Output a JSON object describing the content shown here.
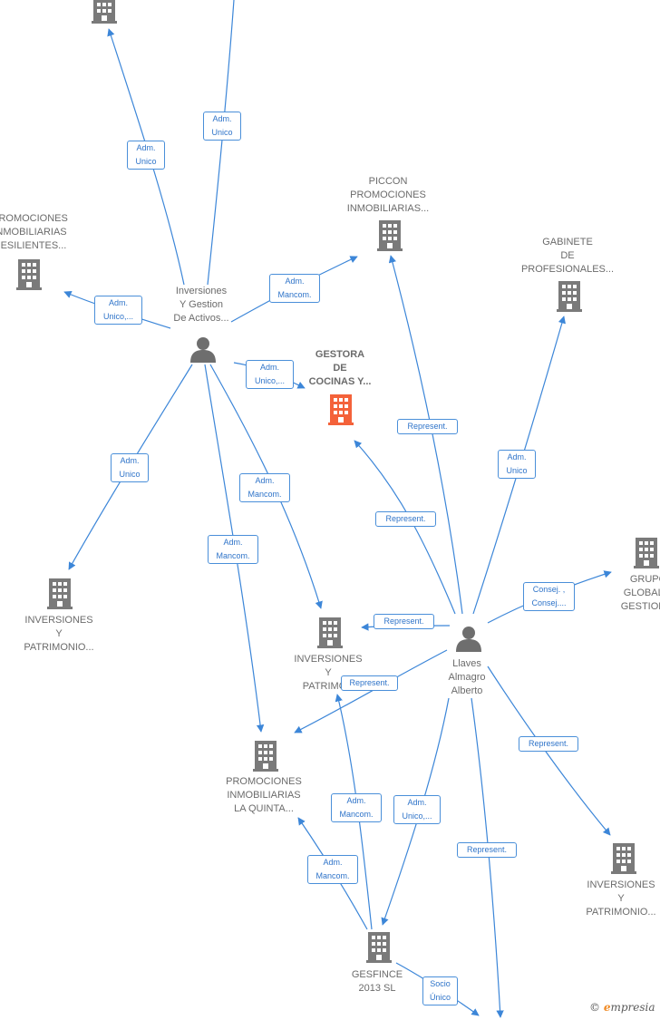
{
  "colors": {
    "edge": "#3c86d8",
    "building": "#7a7a7a",
    "highlight": "#f4623a",
    "person": "#6e6e6e"
  },
  "nodes": [
    {
      "id": "top_company",
      "kind": "company",
      "label": ""
    },
    {
      "id": "promo_resilientes",
      "kind": "company",
      "label": "PROMOCIONES\nINMOBILIARIAS\nRESILIENTES..."
    },
    {
      "id": "inv_gestion_activos",
      "kind": "person",
      "label": "Inversiones\nY Gestion\nDe Activos..."
    },
    {
      "id": "piccon",
      "kind": "company",
      "label": "PICCON\nPROMOCIONES\nINMOBILIARIAS..."
    },
    {
      "id": "gabinete",
      "kind": "company",
      "label": "GABINETE\nDE\nPROFESIONALES..."
    },
    {
      "id": "gestora",
      "kind": "company",
      "highlight": true,
      "label": "GESTORA\nDE\nCOCINAS Y..."
    },
    {
      "id": "grupo_global",
      "kind": "company",
      "label": "GRUPO\nGLOBAL D\nGESTION D"
    },
    {
      "id": "inv_patr_left",
      "kind": "company",
      "label": "INVERSIONES\nY\nPATRIMONIO..."
    },
    {
      "id": "inv_patr_center",
      "kind": "company",
      "label": "INVERSIONES\nY\nPATRIMON"
    },
    {
      "id": "llaves",
      "kind": "person",
      "label": "Llaves\nAlmagro\nAlberto"
    },
    {
      "id": "promo_quinta",
      "kind": "company",
      "label": "PROMOCIONES\nINMOBILIARIAS\nLA QUINTA..."
    },
    {
      "id": "inv_patr_right",
      "kind": "company",
      "label": "INVERSIONES\nY\nPATRIMONIO..."
    },
    {
      "id": "gesfince",
      "kind": "company",
      "label": "GESFINCE\n2013  SL"
    }
  ],
  "edges": [
    {
      "from": "inv_gestion_activos",
      "to": "top_company",
      "label": "Adm.\nUnico"
    },
    {
      "from": "inv_gestion_activos",
      "to": "top_company_2",
      "label": "Adm.\nUnico"
    },
    {
      "from": "inv_gestion_activos",
      "to": "promo_resilientes",
      "label": "Adm.\nUnico,..."
    },
    {
      "from": "inv_gestion_activos",
      "to": "piccon",
      "label": "Adm.\nMancom."
    },
    {
      "from": "inv_gestion_activos",
      "to": "gestora",
      "label": "Adm.\nUnico,..."
    },
    {
      "from": "inv_gestion_activos",
      "to": "inv_patr_left",
      "label": "Adm.\nUnico"
    },
    {
      "from": "inv_gestion_activos",
      "to": "inv_patr_center",
      "label": "Adm.\nMancom."
    },
    {
      "from": "inv_gestion_activos",
      "to": "promo_quinta",
      "label": "Adm.\nMancom."
    },
    {
      "from": "llaves",
      "to": "piccon",
      "label": "Represent."
    },
    {
      "from": "llaves",
      "to": "gestora",
      "label": "Represent."
    },
    {
      "from": "llaves",
      "to": "gabinete",
      "label": "Adm.\nUnico"
    },
    {
      "from": "llaves",
      "to": "grupo_global",
      "label": "Consej. ,\nConsej...."
    },
    {
      "from": "llaves",
      "to": "inv_patr_center",
      "label": "Represent."
    },
    {
      "from": "llaves",
      "to": "promo_quinta",
      "label": "Represent."
    },
    {
      "from": "llaves",
      "to": "inv_patr_right",
      "label": "Represent."
    },
    {
      "from": "llaves",
      "to": "gesfince",
      "label": "Adm.\nUnico,..."
    },
    {
      "from": "llaves",
      "to": "bottom_offscreen",
      "label": "Represent."
    },
    {
      "from": "gesfince",
      "to": "inv_patr_center",
      "label": "Adm.\nMancom."
    },
    {
      "from": "gesfince",
      "to": "promo_quinta",
      "label": "Adm.\nMancom."
    },
    {
      "from": "gesfince",
      "to": "bottom_offscreen_2",
      "label": "Socio\nÚnico"
    }
  ],
  "brand": {
    "symbol": "©",
    "initial": "e",
    "rest": "mpresia"
  }
}
